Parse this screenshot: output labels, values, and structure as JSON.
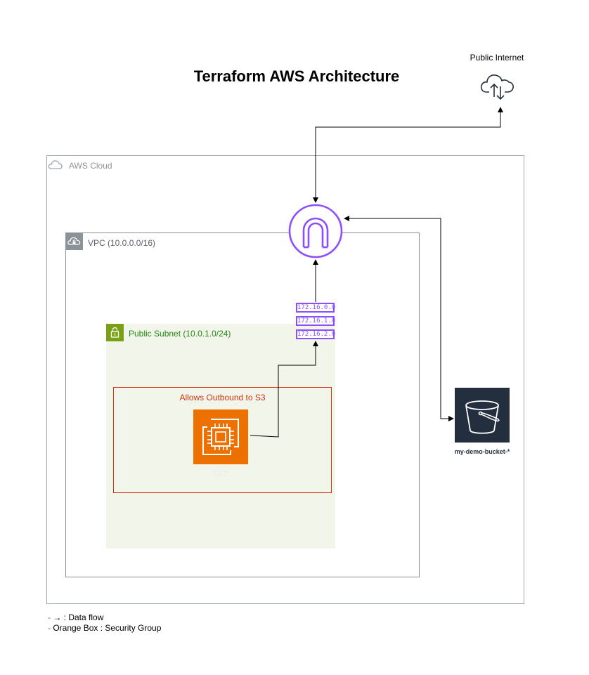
{
  "title": "Terraform AWS Architecture",
  "internet": {
    "label": "Public Internet",
    "icon": "cloud-upload-download-icon"
  },
  "aws_cloud": {
    "label": "AWS Cloud",
    "icon": "cloud-icon"
  },
  "vpc": {
    "label": "VPC (10.0.0.0/16)",
    "icon": "cloud-lock-icon"
  },
  "subnet": {
    "label": "Public Subnet (10.0.1.0/24)",
    "icon": "padlock-icon"
  },
  "security_group": {
    "label": "Allows Outbound to S3"
  },
  "ec2": {
    "label": "EC2",
    "icon": "chip-icon"
  },
  "internet_gateway": {
    "icon": "internet-gateway-icon"
  },
  "route_table": {
    "entries": [
      "172.16.0.0",
      "172.16.1.0",
      "172.16.2.0"
    ]
  },
  "s3": {
    "label": "my-demo-bucket-*",
    "icon": "bucket-icon"
  },
  "legend": [
    {
      "bullet": "-",
      "text": " → : Data flow"
    },
    {
      "bullet": "-",
      "text": " Orange Box : Security Group"
    }
  ],
  "colors": {
    "ec2": "#ed7100",
    "security_group": "#d13212",
    "subnet": "#7aa116",
    "route_table": "#8c4fff",
    "s3": "#232f3e"
  }
}
